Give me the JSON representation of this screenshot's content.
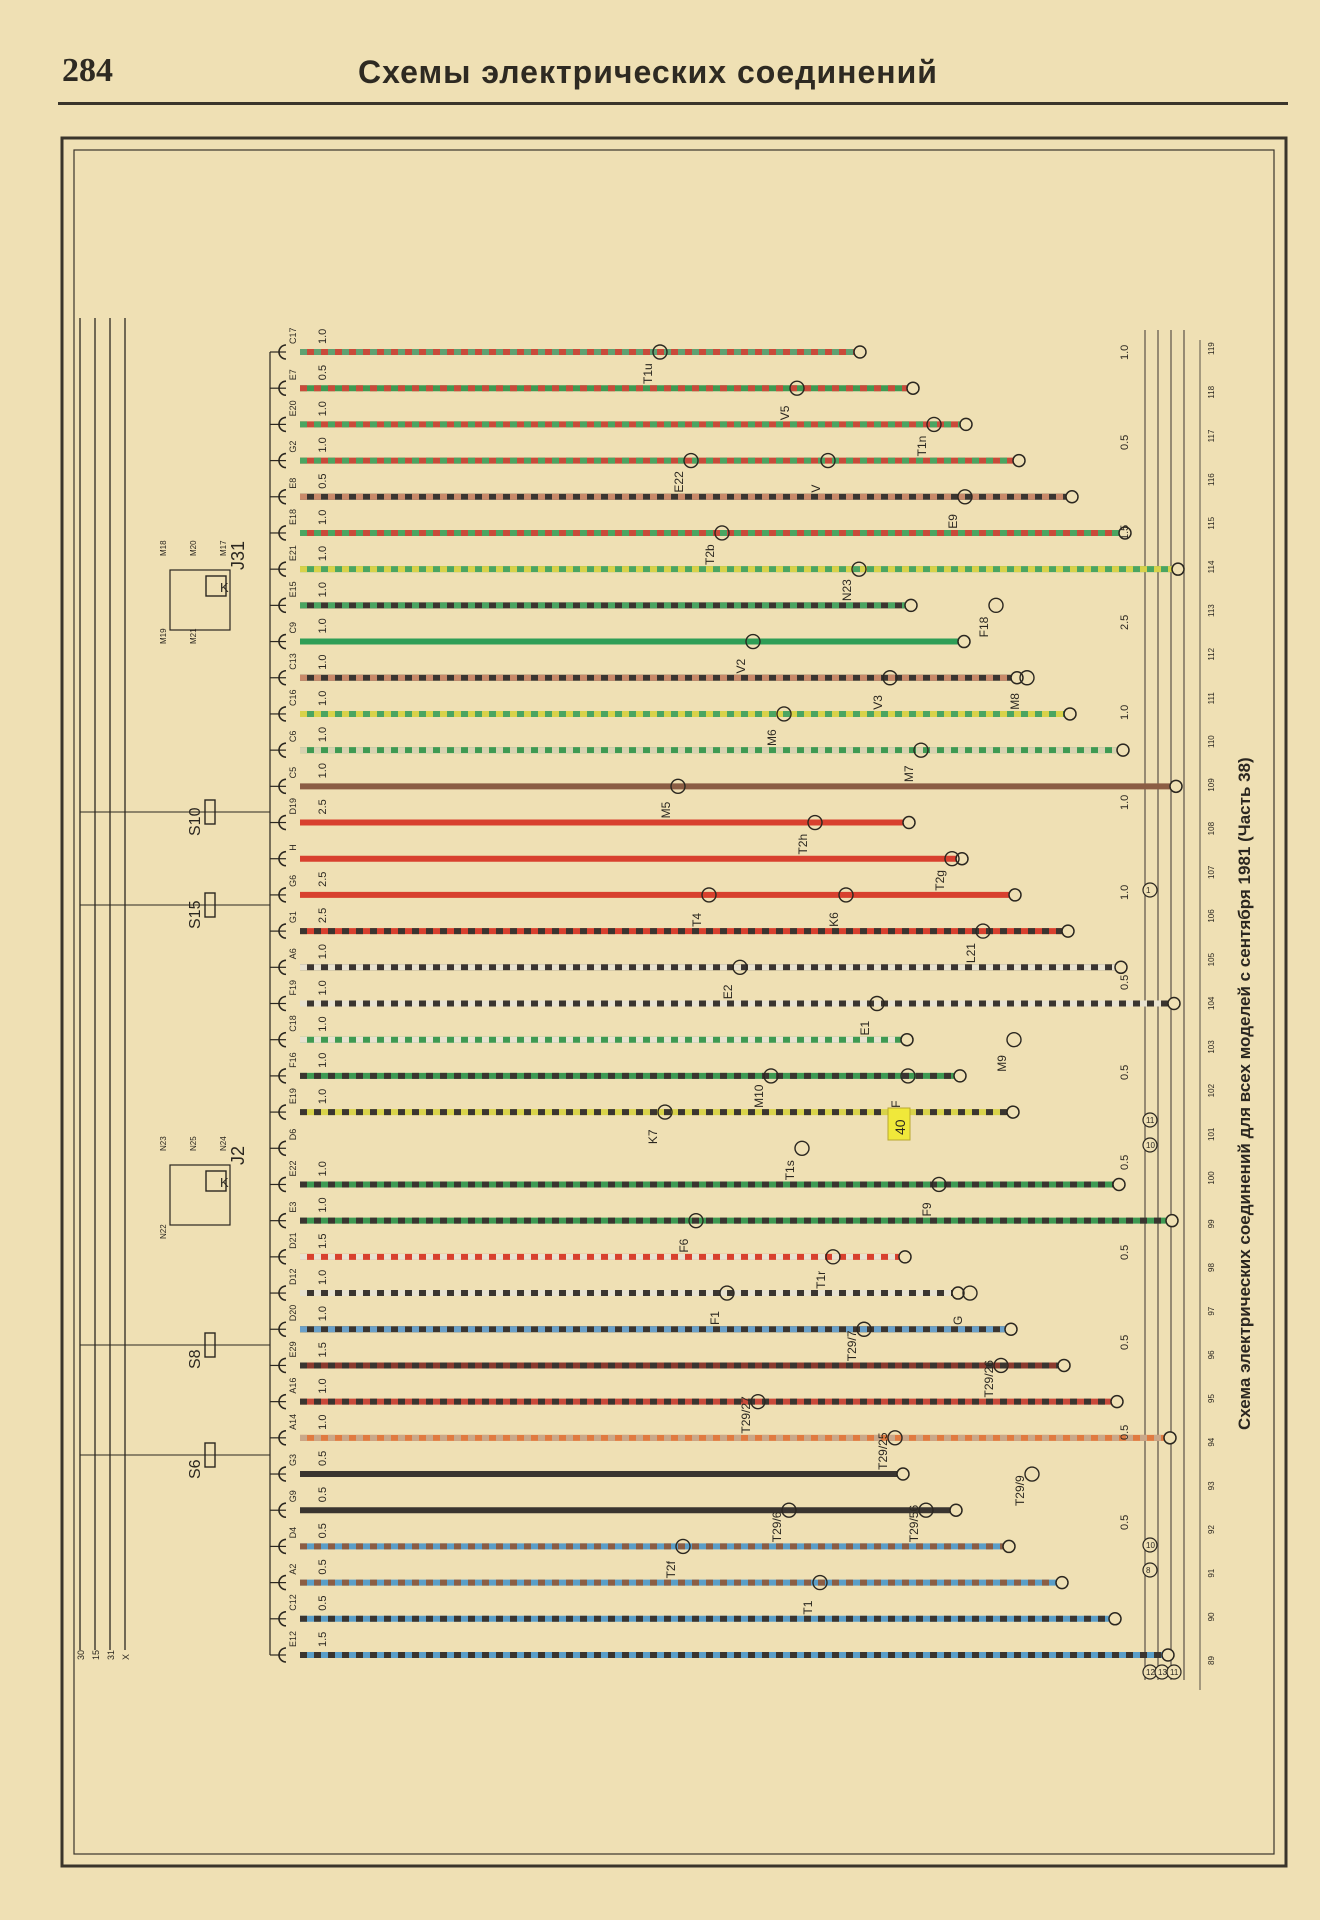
{
  "header": {
    "page_number": "284",
    "title": "Схемы электрических соединений"
  },
  "caption": "Схема электрических соединений для всех моделей с сентября 1981 (Часть 38)",
  "bus_labels": [
    "30",
    "15",
    "31",
    "X"
  ],
  "fuse_labels": [
    "S10",
    "S15",
    "S8",
    "S6"
  ],
  "relays": [
    {
      "name": "J31",
      "pins": [
        "M18",
        "M20",
        "M17",
        "M19",
        "M21"
      ]
    },
    {
      "name": "J2",
      "pins": [
        "N23",
        "N25",
        "N24",
        "N22"
      ]
    }
  ],
  "wires": [
    {
      "pin": "C17",
      "size": "1.0",
      "colors": [
        "#c94a3a",
        "#5fa272"
      ]
    },
    {
      "pin": "E7",
      "size": "0.5",
      "colors": [
        "#3e9a52",
        "#c94a3a"
      ]
    },
    {
      "pin": "E20",
      "size": "1.0",
      "colors": [
        "#c94a3a",
        "#4aa561"
      ]
    },
    {
      "pin": "G2",
      "size": "1.0",
      "colors": [
        "#c94a3a",
        "#4aa561"
      ]
    },
    {
      "pin": "E8",
      "size": "0.5",
      "colors": [
        "#3a3530",
        "#c98a6a"
      ]
    },
    {
      "pin": "E18",
      "size": "1.0",
      "colors": [
        "#c94a3a",
        "#4aa561"
      ]
    },
    {
      "pin": "E21",
      "size": "1.0",
      "colors": [
        "#4aa561",
        "#d8d24a"
      ]
    },
    {
      "pin": "E15",
      "size": "1.0",
      "colors": [
        "#3a3530",
        "#4aa561"
      ]
    },
    {
      "pin": "C9",
      "size": "1.0",
      "colors": [
        "#2f9e56",
        "#2f9e56"
      ]
    },
    {
      "pin": "C13",
      "size": "1.0",
      "colors": [
        "#3a3530",
        "#c98a6a"
      ]
    },
    {
      "pin": "C16",
      "size": "1.0",
      "colors": [
        "#4aa561",
        "#d8d24a"
      ]
    },
    {
      "pin": "C6",
      "size": "1.0",
      "colors": [
        "#3e9a52",
        "#d8d2b0"
      ]
    },
    {
      "pin": "C5",
      "size": "1.0",
      "colors": [
        "#8b5d44",
        "#8b5d44"
      ]
    },
    {
      "pin": "D19",
      "size": "2.5",
      "colors": [
        "#d8402e",
        "#d8402e"
      ]
    },
    {
      "pin": "H",
      "size": "",
      "colors": [
        "#d8402e",
        "#d8402e"
      ]
    },
    {
      "pin": "G6",
      "size": "2.5",
      "colors": [
        "#d8402e",
        "#d8402e"
      ]
    },
    {
      "pin": "G1",
      "size": "2.5",
      "colors": [
        "#d8402e",
        "#3a3530"
      ]
    },
    {
      "pin": "A6",
      "size": "1.0",
      "colors": [
        "#3a3530",
        "#e8e2cf"
      ]
    },
    {
      "pin": "F19",
      "size": "1.0",
      "colors": [
        "#3a3530",
        "#e8e2cf"
      ]
    },
    {
      "pin": "C18",
      "size": "1.0",
      "colors": [
        "#3e9a52",
        "#e8e2cf"
      ]
    },
    {
      "pin": "F16",
      "size": "1.0",
      "colors": [
        "#3e9a52",
        "#3a3530"
      ]
    },
    {
      "pin": "E19",
      "size": "1.0",
      "colors": [
        "#d8d24a",
        "#3a3530"
      ]
    },
    {
      "pin": "D6",
      "size": "",
      "colors": []
    },
    {
      "pin": "E22",
      "size": "1.0",
      "colors": [
        "#3e9a52",
        "#3a3530"
      ]
    },
    {
      "pin": "E3",
      "size": "1.0",
      "colors": [
        "#3e9a52",
        "#3a3530"
      ]
    },
    {
      "pin": "D21",
      "size": "1.5",
      "colors": [
        "#d8402e",
        "#e8e2cf"
      ]
    },
    {
      "pin": "D12",
      "size": "1.0",
      "colors": [
        "#3a3530",
        "#e8e2cf"
      ]
    },
    {
      "pin": "D20",
      "size": "1.0",
      "colors": [
        "#3a3530",
        "#6aa0c8"
      ]
    },
    {
      "pin": "E29",
      "size": "1.5",
      "colors": [
        "#8b3a2e",
        "#3a3530"
      ]
    },
    {
      "pin": "A16",
      "size": "1.0",
      "colors": [
        "#c94a3a",
        "#3a3530"
      ]
    },
    {
      "pin": "A14",
      "size": "1.0",
      "colors": [
        "#e07a40",
        "#c9a88a"
      ]
    },
    {
      "pin": "G3",
      "size": "0.5",
      "colors": [
        "#3a3530",
        "#3a3530"
      ]
    },
    {
      "pin": "G9",
      "size": "0.5",
      "colors": [
        "#3a3530",
        "#3a3530"
      ]
    },
    {
      "pin": "D4",
      "size": "0.5",
      "colors": [
        "#5a9ec8",
        "#8b5d44"
      ]
    },
    {
      "pin": "A2",
      "size": "0.5",
      "colors": [
        "#5a9ec8",
        "#8b5d44"
      ]
    },
    {
      "pin": "C12",
      "size": "0.5",
      "colors": [
        "#5a9ec8",
        "#3a3530"
      ]
    },
    {
      "pin": "E12",
      "size": "1.5",
      "colors": [
        "#5a9ec8",
        "#3a3530"
      ]
    }
  ],
  "components": [
    "T1u",
    "V5",
    "T1n",
    "E22",
    "V",
    "E9",
    "T2b",
    "N23",
    "F18",
    "V2",
    "V3",
    "M8",
    "M6",
    "M7",
    "M5",
    "T2h",
    "T2g",
    "T4",
    "K6",
    "L21",
    "E2",
    "E1",
    "M9",
    "M10",
    "F",
    "K7",
    "T1s",
    "F9",
    "F6",
    "T1r",
    "G",
    "F1",
    "T29/7",
    "T29/26",
    "T29/27",
    "T29/25",
    "T29/9",
    "T29/6",
    "T29/56",
    "T2f",
    "T1"
  ],
  "highlight_box": "40",
  "right_wire_sizes": [
    "1.0",
    "0.5",
    "1.5",
    "2.5",
    "1.0",
    "1.0",
    "1.0",
    "0.5",
    "0.5",
    "0.5",
    "0.5",
    "0.5",
    "0.5",
    "0.5"
  ],
  "grid_numbers": [
    "89",
    "90",
    "91",
    "92",
    "93",
    "94",
    "95",
    "96",
    "97",
    "98",
    "99",
    "100",
    "101",
    "102",
    "103",
    "104",
    "105",
    "106",
    "107",
    "108",
    "109",
    "110",
    "111",
    "112",
    "113",
    "114",
    "115",
    "116",
    "117",
    "118",
    "119"
  ],
  "ground_markers": [
    "12",
    "13",
    "11",
    "8",
    "10",
    "10",
    "11",
    "1"
  ]
}
